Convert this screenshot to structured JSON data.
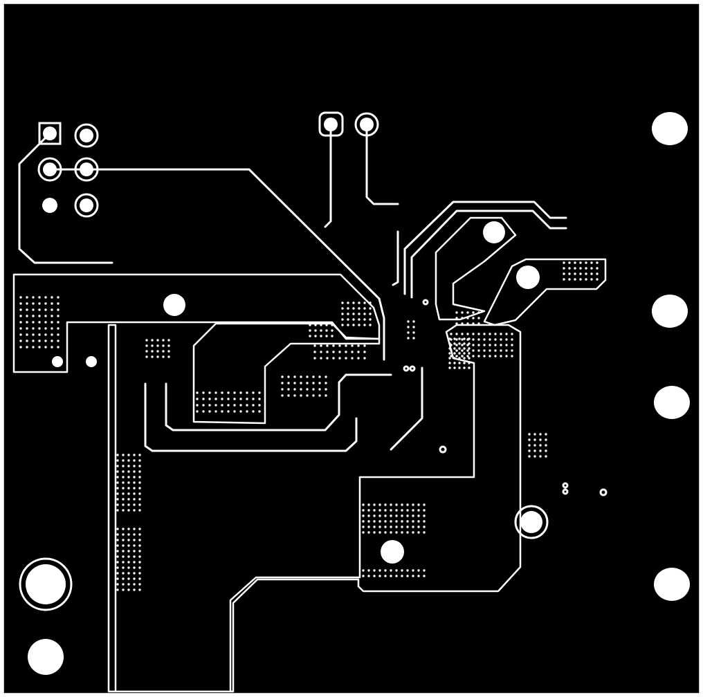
{
  "colors": {
    "background": "#000000",
    "copper_outline": "#ffffff",
    "frame": "#ffffff"
  },
  "icons": {
    "mounting_hole": "white-filled-circle",
    "pad": "white-ring",
    "via": "white-dot"
  }
}
